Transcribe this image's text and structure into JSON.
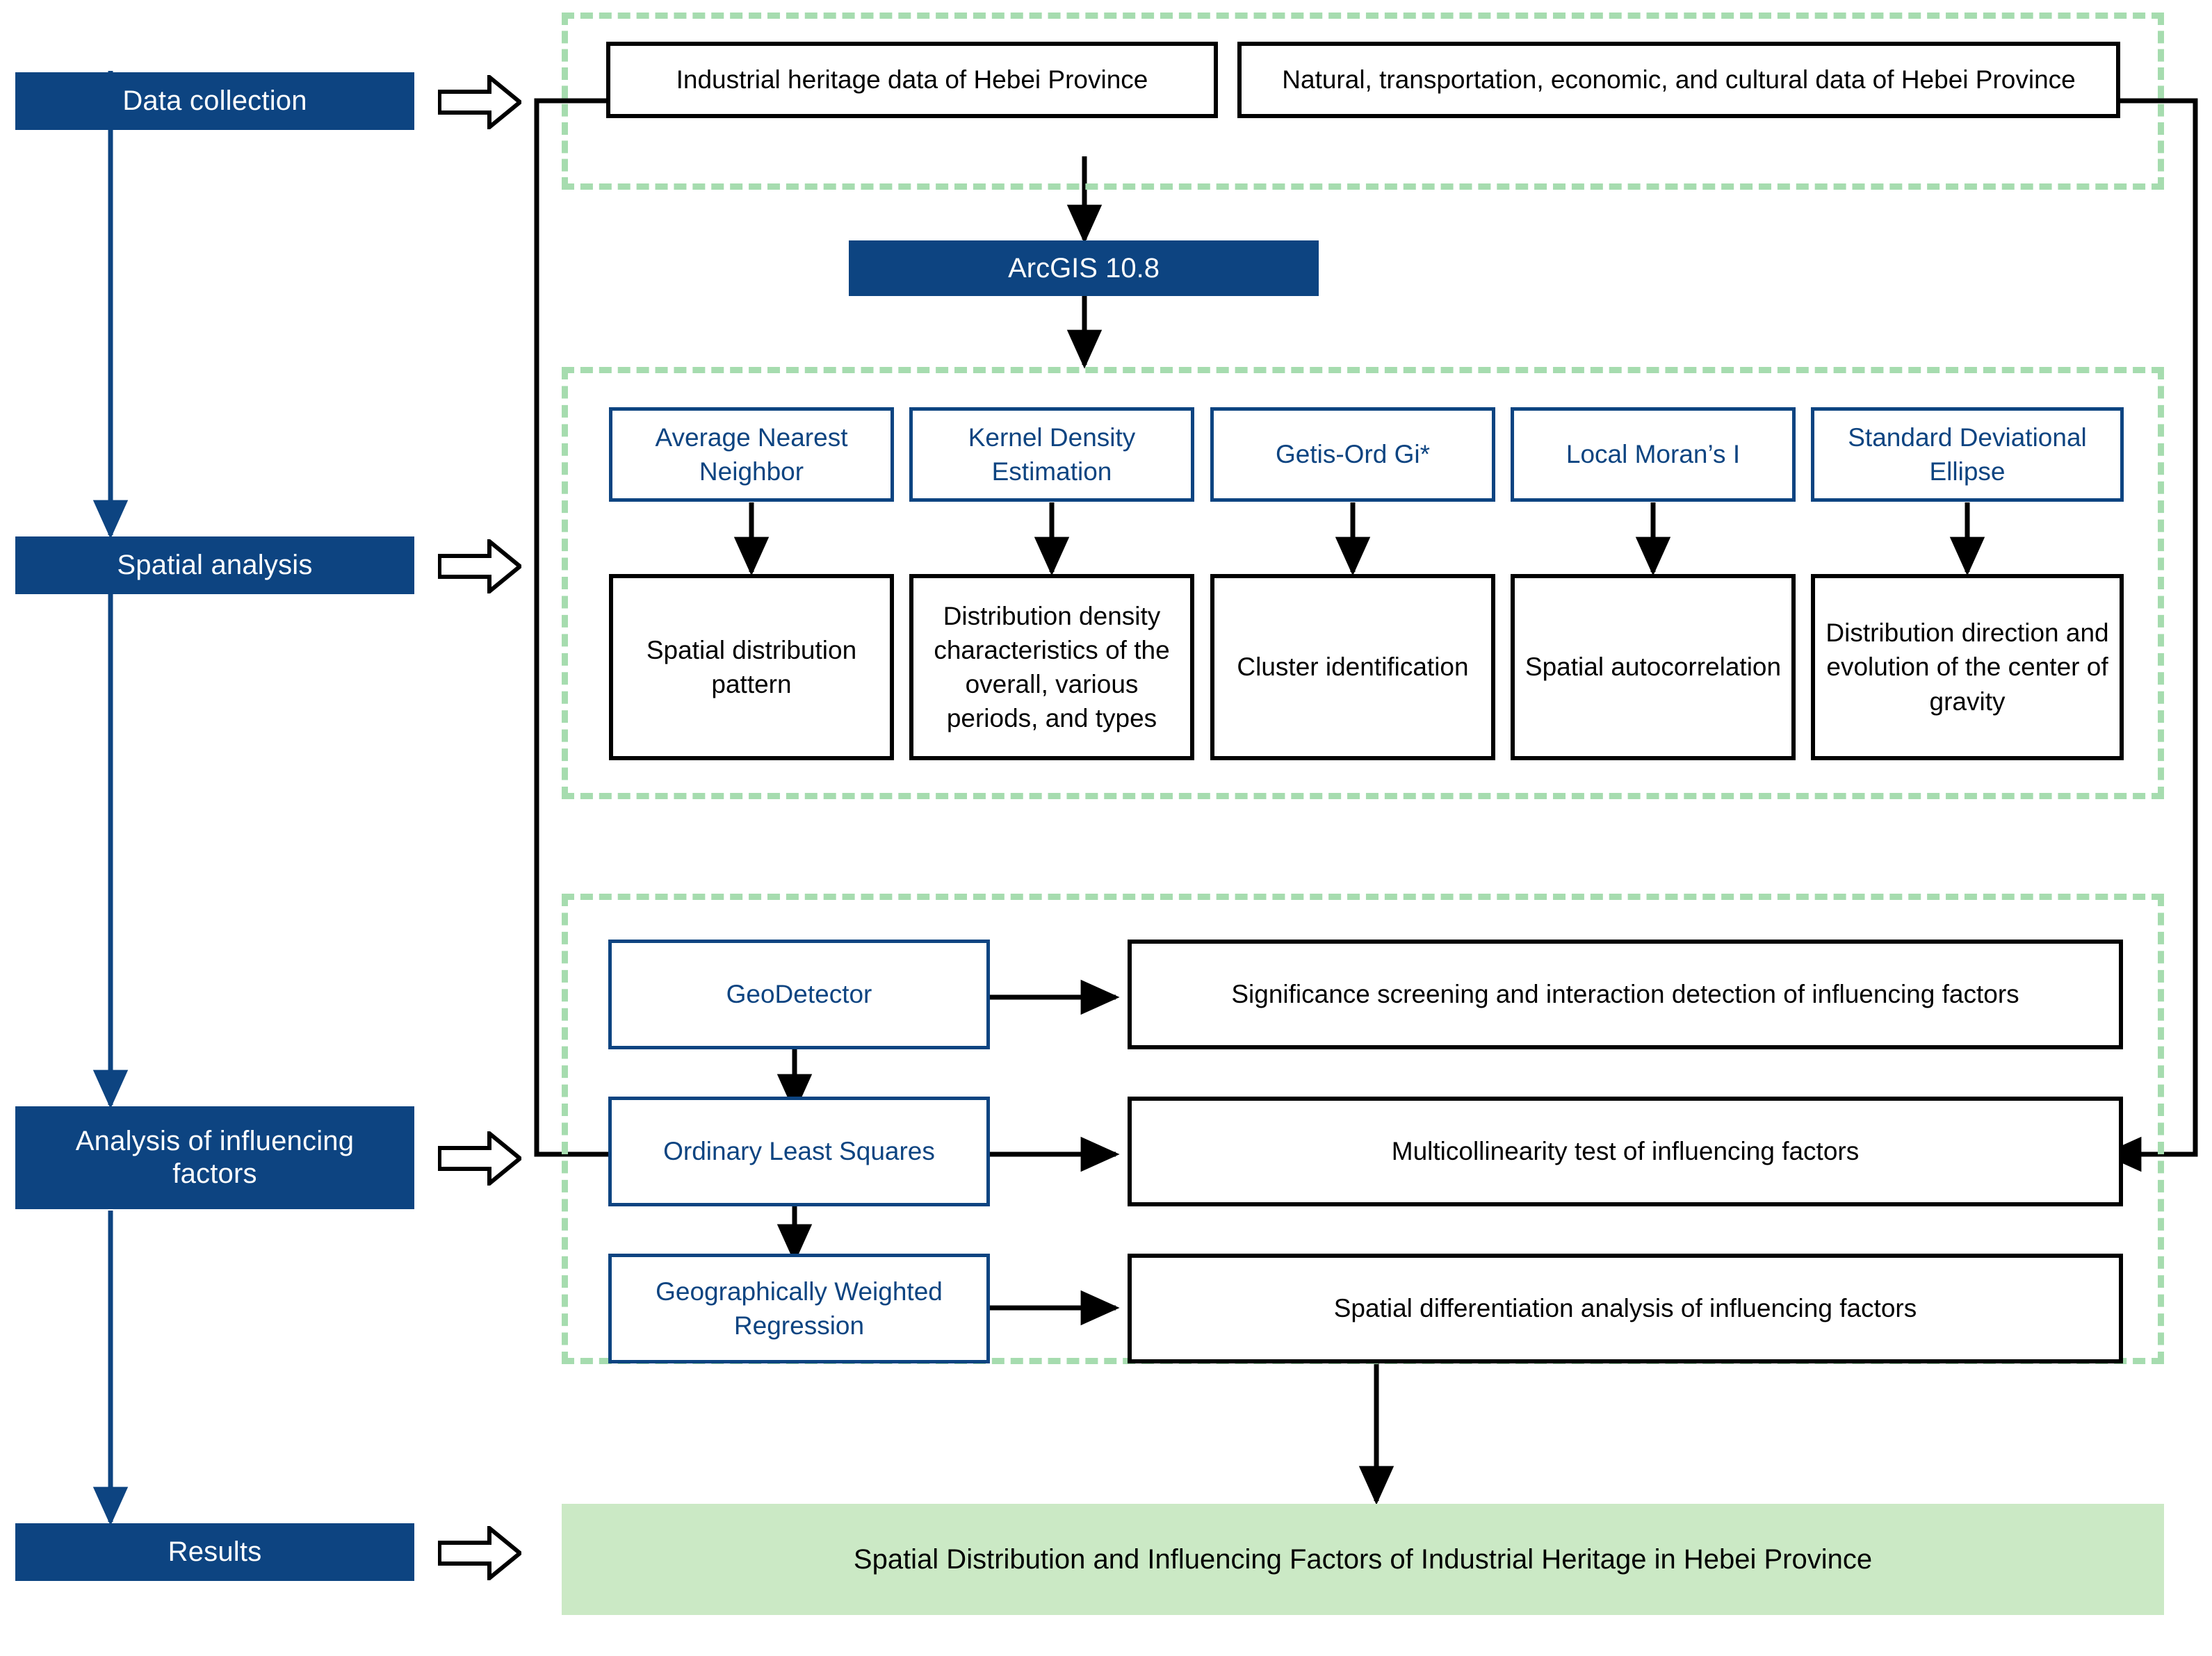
{
  "stages": [
    {
      "label": "Data collection"
    },
    {
      "label": "Spatial analysis"
    },
    {
      "label": "Analysis of influencing\nfactors"
    },
    {
      "label": "Results"
    }
  ],
  "data_collection": {
    "boxes": [
      {
        "label": "Industrial heritage data of Hebei Province"
      },
      {
        "label": "Natural, transportation, economic, and cultural data of Hebei Province"
      }
    ]
  },
  "software": {
    "label": "ArcGIS 10.8"
  },
  "spatial_analysis": {
    "methods": [
      {
        "label": "Average Nearest Neighbor"
      },
      {
        "label": "Kernel Density Estimation"
      },
      {
        "label": "Getis-Ord Gi*"
      },
      {
        "label": "Local Moran’s I"
      },
      {
        "label": "Standard Deviational Ellipse"
      }
    ],
    "outputs": [
      {
        "label": "Spatial distribution pattern"
      },
      {
        "label": "Distribution density characteristics of the overall, various periods, and types"
      },
      {
        "label": "Cluster identification"
      },
      {
        "label": "Spatial autocorrelation"
      },
      {
        "label": "Distribution direction and evolution of the center of gravity"
      }
    ]
  },
  "influencing_factors": {
    "rows": [
      {
        "method": "GeoDetector",
        "output": "Significance screening and interaction detection of influencing factors"
      },
      {
        "method": "Ordinary Least Squares",
        "output": "Multicollinearity test of influencing factors"
      },
      {
        "method": "Geographically Weighted Regression",
        "output": "Spatial differentiation analysis of influencing factors"
      }
    ]
  },
  "result": {
    "label": "Spatial Distribution and Influencing Factors of Industrial Heritage in Hebei Province"
  },
  "colors": {
    "navy": "#0d4481",
    "dashed_green": "#a6dcaf",
    "result_green": "#cbe9c5",
    "black": "#000000",
    "white": "#ffffff"
  },
  "icons": {
    "stage_chevron": "right-chevron-icon",
    "flow_arrow": "arrow-head-icon"
  }
}
